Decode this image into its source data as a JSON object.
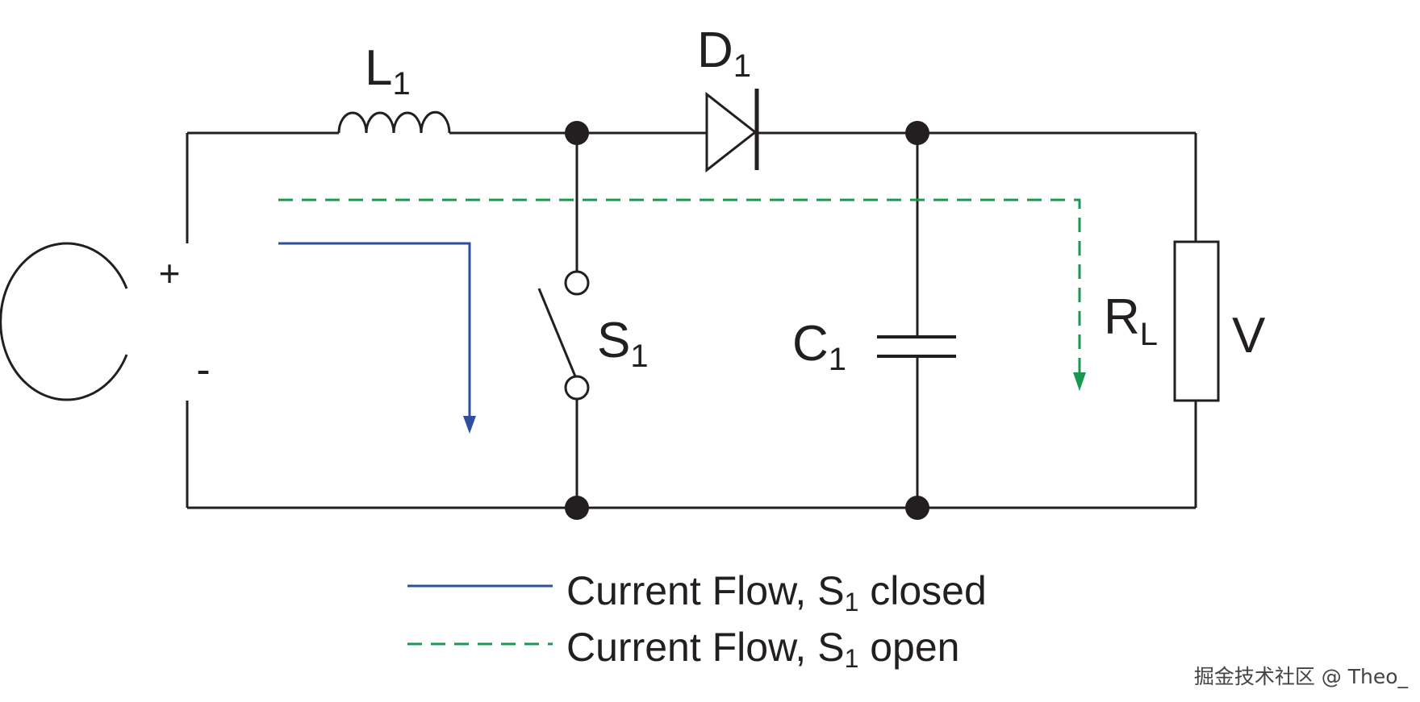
{
  "labels": {
    "inductor": {
      "letter": "L",
      "sub": "1"
    },
    "diode": {
      "letter": "D",
      "sub": "1"
    },
    "switch": {
      "letter": "S",
      "sub": "1"
    },
    "capacitor": {
      "letter": "C",
      "sub": "1"
    },
    "load": {
      "letter": "R",
      "sub": "L"
    },
    "output_voltage": "V",
    "source_plus": "+",
    "source_minus": "-"
  },
  "legend": [
    {
      "pre": "Current Flow, S",
      "sub": "1",
      "post": " closed",
      "style": "solid",
      "color": "#2e4f9e"
    },
    {
      "pre": "Current Flow, S",
      "sub": "1",
      "post": " open",
      "style": "dashed",
      "color": "#1a9850"
    }
  ],
  "colors": {
    "wire": "#231f20",
    "closed_path": "#2e4f9e",
    "open_path": "#1a9850"
  },
  "watermark": "掘金技术社区 @ Theo_"
}
